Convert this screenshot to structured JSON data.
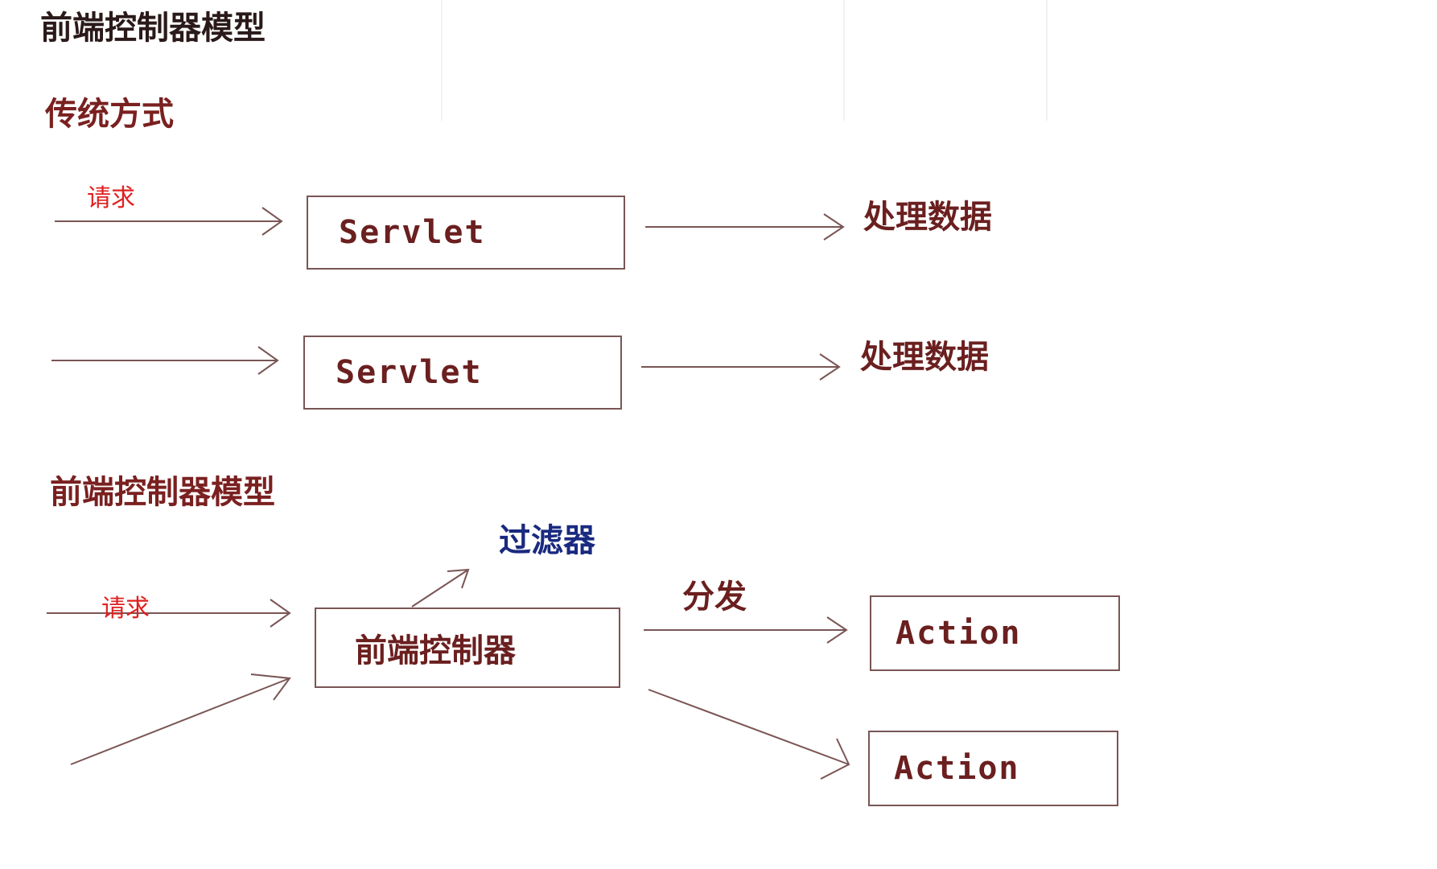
{
  "page_title": "前端控制器模型",
  "sections": {
    "traditional": {
      "heading": "传统方式",
      "request_label": "请求",
      "rows": [
        {
          "box_label": "Servlet",
          "result_label": "处理数据"
        },
        {
          "box_label": "Servlet",
          "result_label": "处理数据"
        }
      ]
    },
    "front_controller": {
      "heading": "前端控制器模型",
      "request_label": "请求",
      "controller_label": "前端控制器",
      "filter_label": "过滤器",
      "dispatch_label": "分发",
      "actions": [
        {
          "label": "Action"
        },
        {
          "label": "Action"
        }
      ]
    }
  },
  "colors": {
    "heading": "#7a2020",
    "request": "#e02020",
    "filter": "#1a2a80",
    "box_border": "#7a5555",
    "arrow": "#7a5555"
  }
}
